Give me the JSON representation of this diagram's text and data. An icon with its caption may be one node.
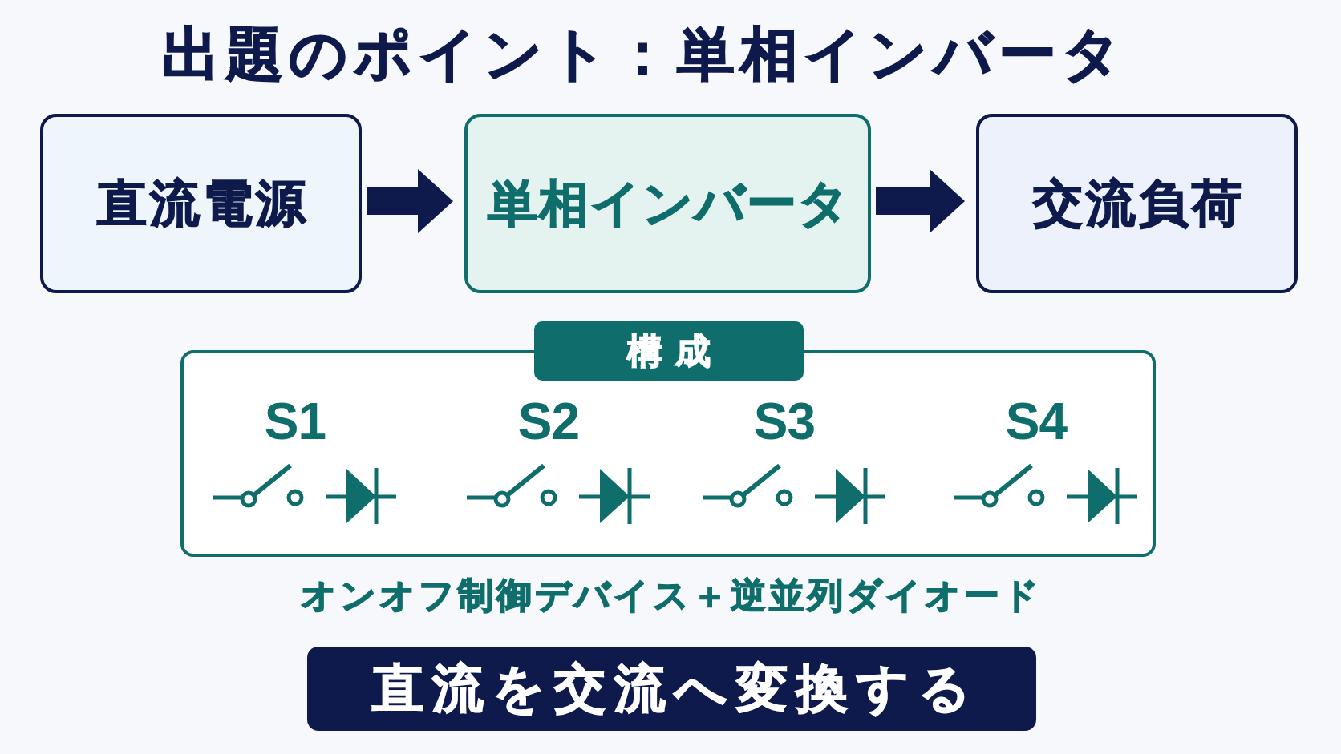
{
  "diagram": {
    "title": "出題のポイント：単相インバータ",
    "nodes": [
      {
        "text": [
          "直流電源"
        ]
      },
      {
        "text": [
          "単相インバータ"
        ]
      },
      {
        "text": [
          "交流負荷"
        ]
      },
      {
        "text": [
          "構成"
        ],
        "beside": [
          "オンオフ制御デバイス＋逆並列ダイオード"
        ]
      },
      {
        "text": [
          "直流を交流へ変換する"
        ]
      }
    ],
    "edges": [
      {
        "from": 0,
        "to": 1,
        "arrow": "to"
      },
      {
        "from": 1,
        "to": 2,
        "arrow": "to"
      }
    ],
    "labels": [
      "S1",
      "S2",
      "S3",
      "S4"
    ]
  }
}
